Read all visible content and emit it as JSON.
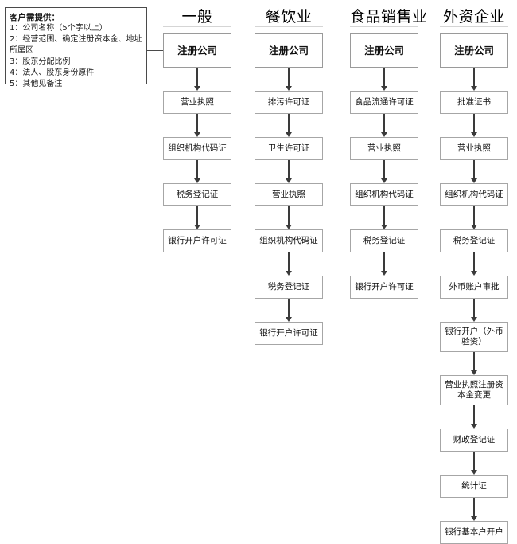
{
  "note": {
    "title": "客户需提供：",
    "lines": [
      "1：公司名称（5个字以上）",
      "2：经营范围、确定注册资本金、地址所属区",
      "3：股东分配比例",
      "4：法人、股东身份原件",
      "5：其他见备注"
    ]
  },
  "columns": [
    {
      "header": "一般",
      "nodes": [
        "注册公司",
        "营业执照",
        "组织机构代码证",
        "税务登记证",
        "银行开户许可证"
      ]
    },
    {
      "header": "餐饮业",
      "nodes": [
        "注册公司",
        "排污许可证",
        "卫生许可证",
        "营业执照",
        "组织机构代码证",
        "税务登记证",
        "银行开户许可证"
      ]
    },
    {
      "header": "食品销售业",
      "nodes": [
        "注册公司",
        "食品流通许可证",
        "营业执照",
        "组织机构代码证",
        "税务登记证",
        "银行开户许可证"
      ]
    },
    {
      "header": "外资企业",
      "nodes": [
        "注册公司",
        "批准证书",
        "营业执照",
        "组织机构代码证",
        "税务登记证",
        "外币账户审批",
        "银行开户（外币验资）",
        "营业执照注册资本金变更",
        "财政登记证",
        "统计证",
        "银行基本户开户"
      ]
    }
  ],
  "colors": {
    "node_border": "#a6a6a6",
    "note_border": "#4a4a4a",
    "arrow": "#3a3a3a",
    "header_rule": "#d5d5d5",
    "text": "#111111",
    "background": "#ffffff"
  }
}
